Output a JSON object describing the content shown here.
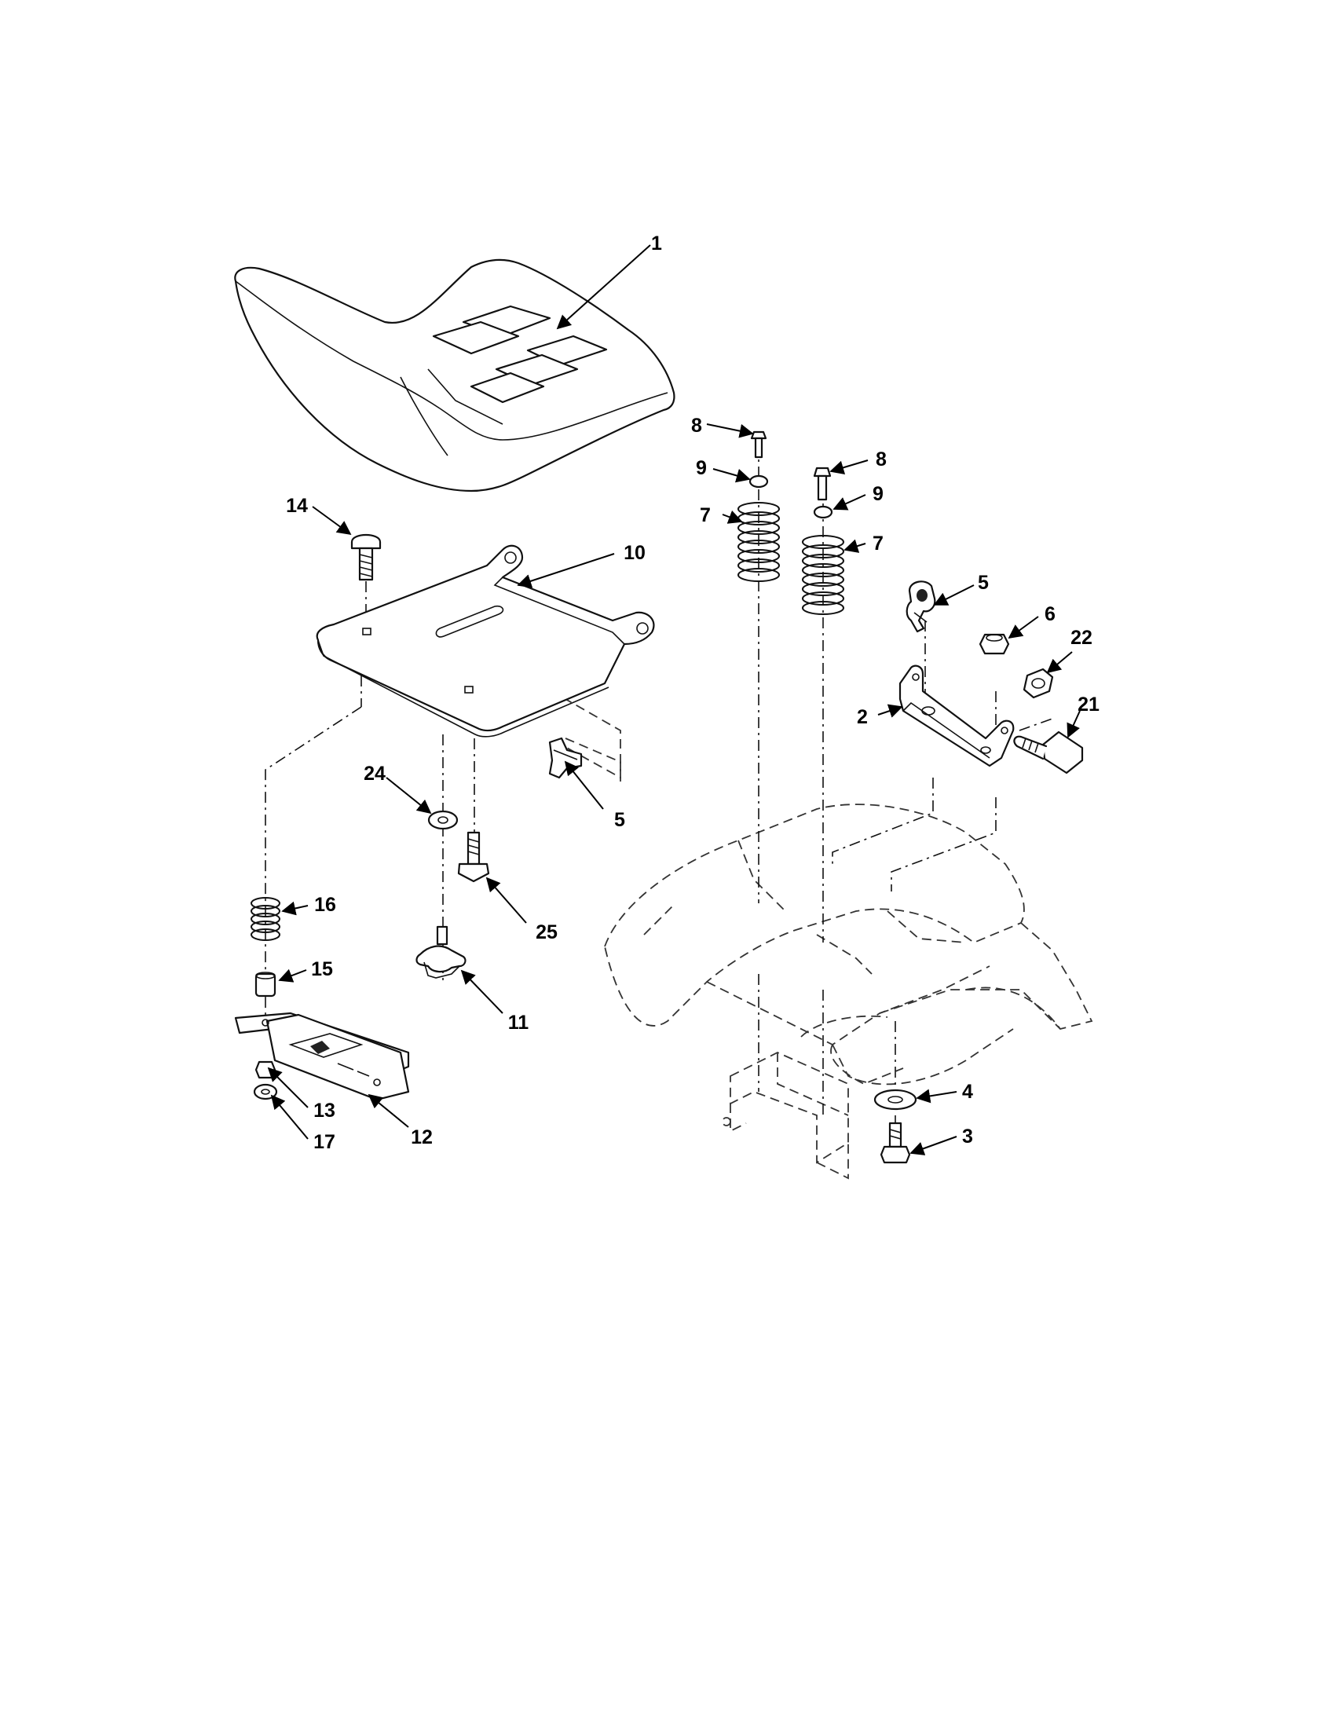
{
  "diagram": {
    "callouts": [
      {
        "label": "1"
      },
      {
        "label": "2"
      },
      {
        "label": "3"
      },
      {
        "label": "4"
      },
      {
        "label": "5"
      },
      {
        "label": "5"
      },
      {
        "label": "6"
      },
      {
        "label": "7"
      },
      {
        "label": "7"
      },
      {
        "label": "8"
      },
      {
        "label": "8"
      },
      {
        "label": "9"
      },
      {
        "label": "9"
      },
      {
        "label": "10"
      },
      {
        "label": "11"
      },
      {
        "label": "12"
      },
      {
        "label": "13"
      },
      {
        "label": "14"
      },
      {
        "label": "15"
      },
      {
        "label": "16"
      },
      {
        "label": "17"
      },
      {
        "label": "21"
      },
      {
        "label": "22"
      },
      {
        "label": "24"
      },
      {
        "label": "25"
      }
    ]
  }
}
